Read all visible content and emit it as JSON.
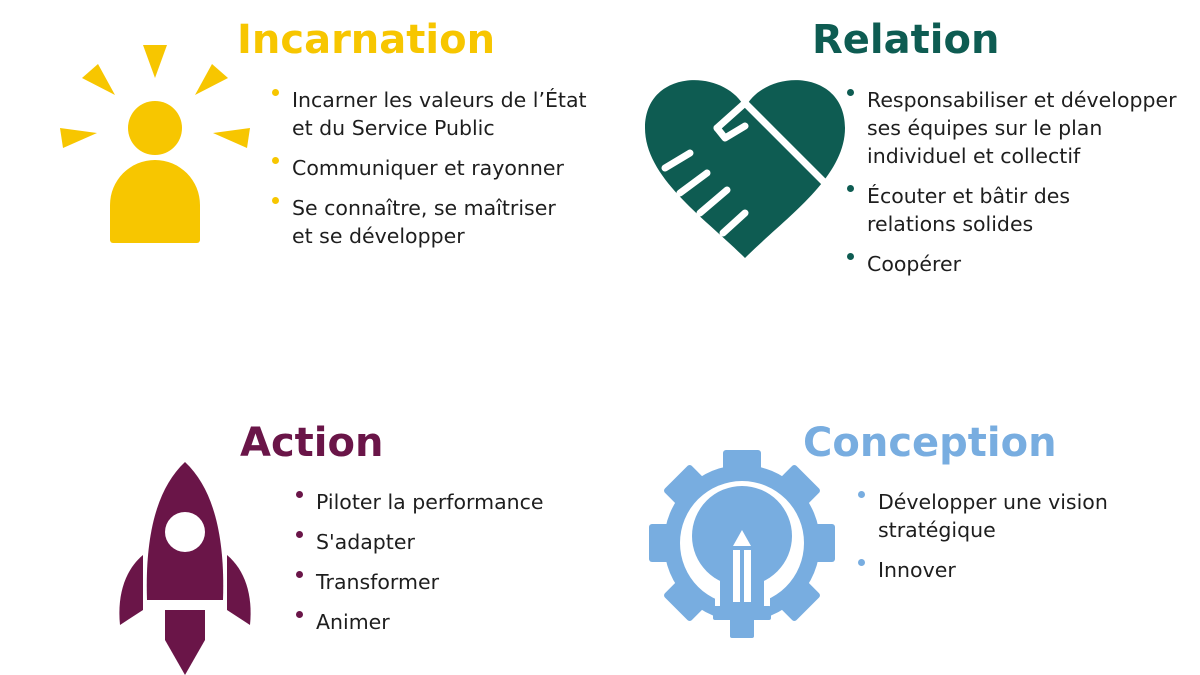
{
  "colors": {
    "incarnation": "#f7c600",
    "relation": "#0e5c52",
    "action": "#6a1548",
    "conception": "#78ade0"
  },
  "sections": [
    {
      "title": "Incarnation",
      "icon": "person-radiating-icon",
      "items": [
        "Incarner les valeurs de l’État et du Service Public",
        "Communiquer et rayonner",
        "Se connaître, se maîtriser et se développer"
      ]
    },
    {
      "title": "Relation",
      "icon": "heart-handshake-icon",
      "items": [
        "Responsabiliser et développer ses équipes sur le plan individuel et collectif",
        "Écouter et bâtir des relations solides",
        "Coopérer"
      ]
    },
    {
      "title": "Action",
      "icon": "rocket-icon",
      "items": [
        "Piloter la performance",
        "S'adapter",
        "Transformer",
        "Animer"
      ]
    },
    {
      "title": "Conception",
      "icon": "gear-lightbulb-icon",
      "items": [
        "Développer une vision stratégique",
        "Innover"
      ]
    }
  ]
}
